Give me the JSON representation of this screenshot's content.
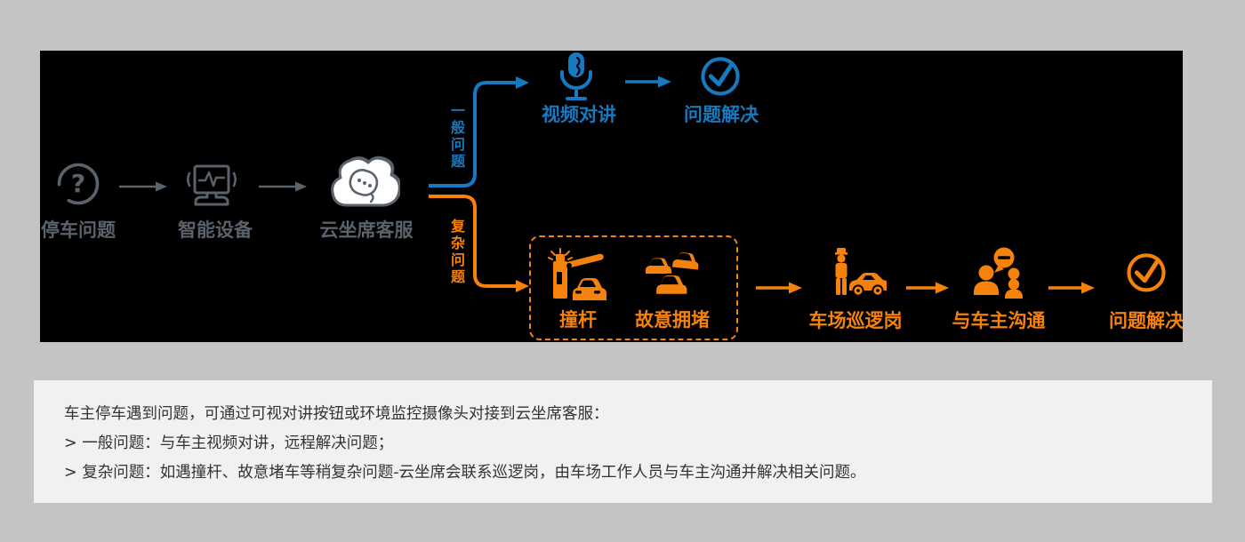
{
  "colors": {
    "accent_blue": "#1779bf",
    "accent_orange": "#f5820d",
    "icon_gray": "#5a626b",
    "panel_bg": "#000000",
    "page_bg": "#c3c4c3",
    "note_bg": "#f1f1f2",
    "note_text": "#333333"
  },
  "flow": {
    "parking_problem": "停车问题",
    "smart_device": "智能设备",
    "cloud_agent": "云坐席客服",
    "branch_general": "一般问题",
    "branch_complex": "复杂问题",
    "video_intercom": "视频对讲",
    "solved_general": "问题解决",
    "hit_barrier": "撞杆",
    "deliberate_congestion": "故意拥堵",
    "patrol_post": "车场巡逻岗",
    "communicate_owner": "与车主沟通",
    "solved_complex": "问题解决"
  },
  "icons": {
    "parking_problem": "question-circle-icon",
    "smart_device": "monitor-pulse-icon",
    "cloud_agent": "cloud-headset-icon",
    "video_intercom": "microphone-icon",
    "solved_general": "check-circle-icon",
    "hit_barrier": "barrier-gate-car-icon",
    "deliberate_congestion": "traffic-jam-icon",
    "patrol_post": "patrol-person-car-icon",
    "communicate_owner": "people-chat-icon",
    "solved_complex": "check-circle-icon"
  },
  "note": {
    "intro": "车主停车遇到问题，可通过可视对讲按钮或环境监控摄像头对接到云坐席客服：",
    "general": "> 一般问题：与车主视频对讲，远程解决问题；",
    "complex": "> 复杂问题：如遇撞杆、故意堵车等稍复杂问题-云坐席会联系巡逻岗，由车场工作人员与车主沟通并解决相关问题。"
  }
}
